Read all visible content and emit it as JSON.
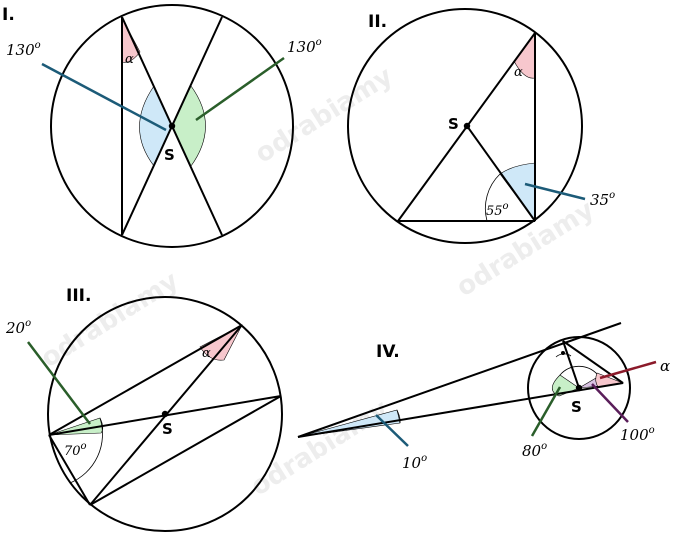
{
  "watermark": "odrabiamy",
  "panels": [
    {
      "roman": "I.",
      "center": "S",
      "angle_left": "130",
      "angle_right": "130",
      "alpha": "α",
      "degree": "o"
    },
    {
      "roman": "II.",
      "center": "S",
      "angle_inner": "55",
      "angle_outer": "35",
      "alpha": "α",
      "degree": "o"
    },
    {
      "roman": "III.",
      "center": "S",
      "angle_outer": "20",
      "angle_inner": "70",
      "alpha": "α",
      "degree": "o"
    },
    {
      "roman": "IV.",
      "center": "S",
      "angle_tip": "10",
      "angle_center": "80",
      "angle_right": "100",
      "alpha": "α",
      "degree": "o"
    }
  ],
  "colors": {
    "pink": "#f7c7cd",
    "blue": "#cfe8f8",
    "green": "#c8efc8",
    "leader_blue": "#1c5b78",
    "leader_green": "#2a5e2a",
    "leader_red": "#8b1a2a",
    "leader_purple": "#5a1e5a"
  }
}
